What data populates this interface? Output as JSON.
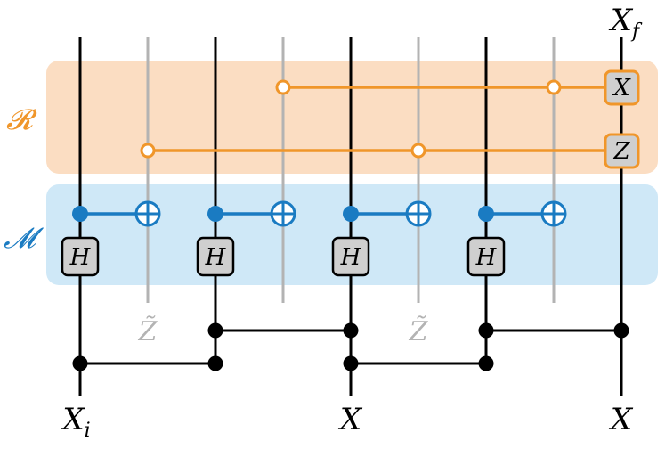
{
  "colors": {
    "orange": "#F0962A",
    "orange_band": "#FBDDC2",
    "blue": "#1A7BC2",
    "blue_band": "#CFE8F7",
    "grey": "#B3B3B3",
    "black": "#000000",
    "gate_fill": "#CFCFCF"
  },
  "labels": {
    "register_R": "𝓡",
    "register_M": "𝓜",
    "bottom_left": "X",
    "bottom_left_sub": "i",
    "bottom_mid": "X",
    "bottom_right": "X",
    "top_right": "X",
    "top_right_sub": "f"
  },
  "gates": {
    "hadamard": "H",
    "right_top": "X",
    "right_bottom": "Z",
    "measure_tilde": "Z̃"
  },
  "circuit": {
    "hadamard_count": 4,
    "cnot_count": 4,
    "tilde_measure_count": 2
  }
}
